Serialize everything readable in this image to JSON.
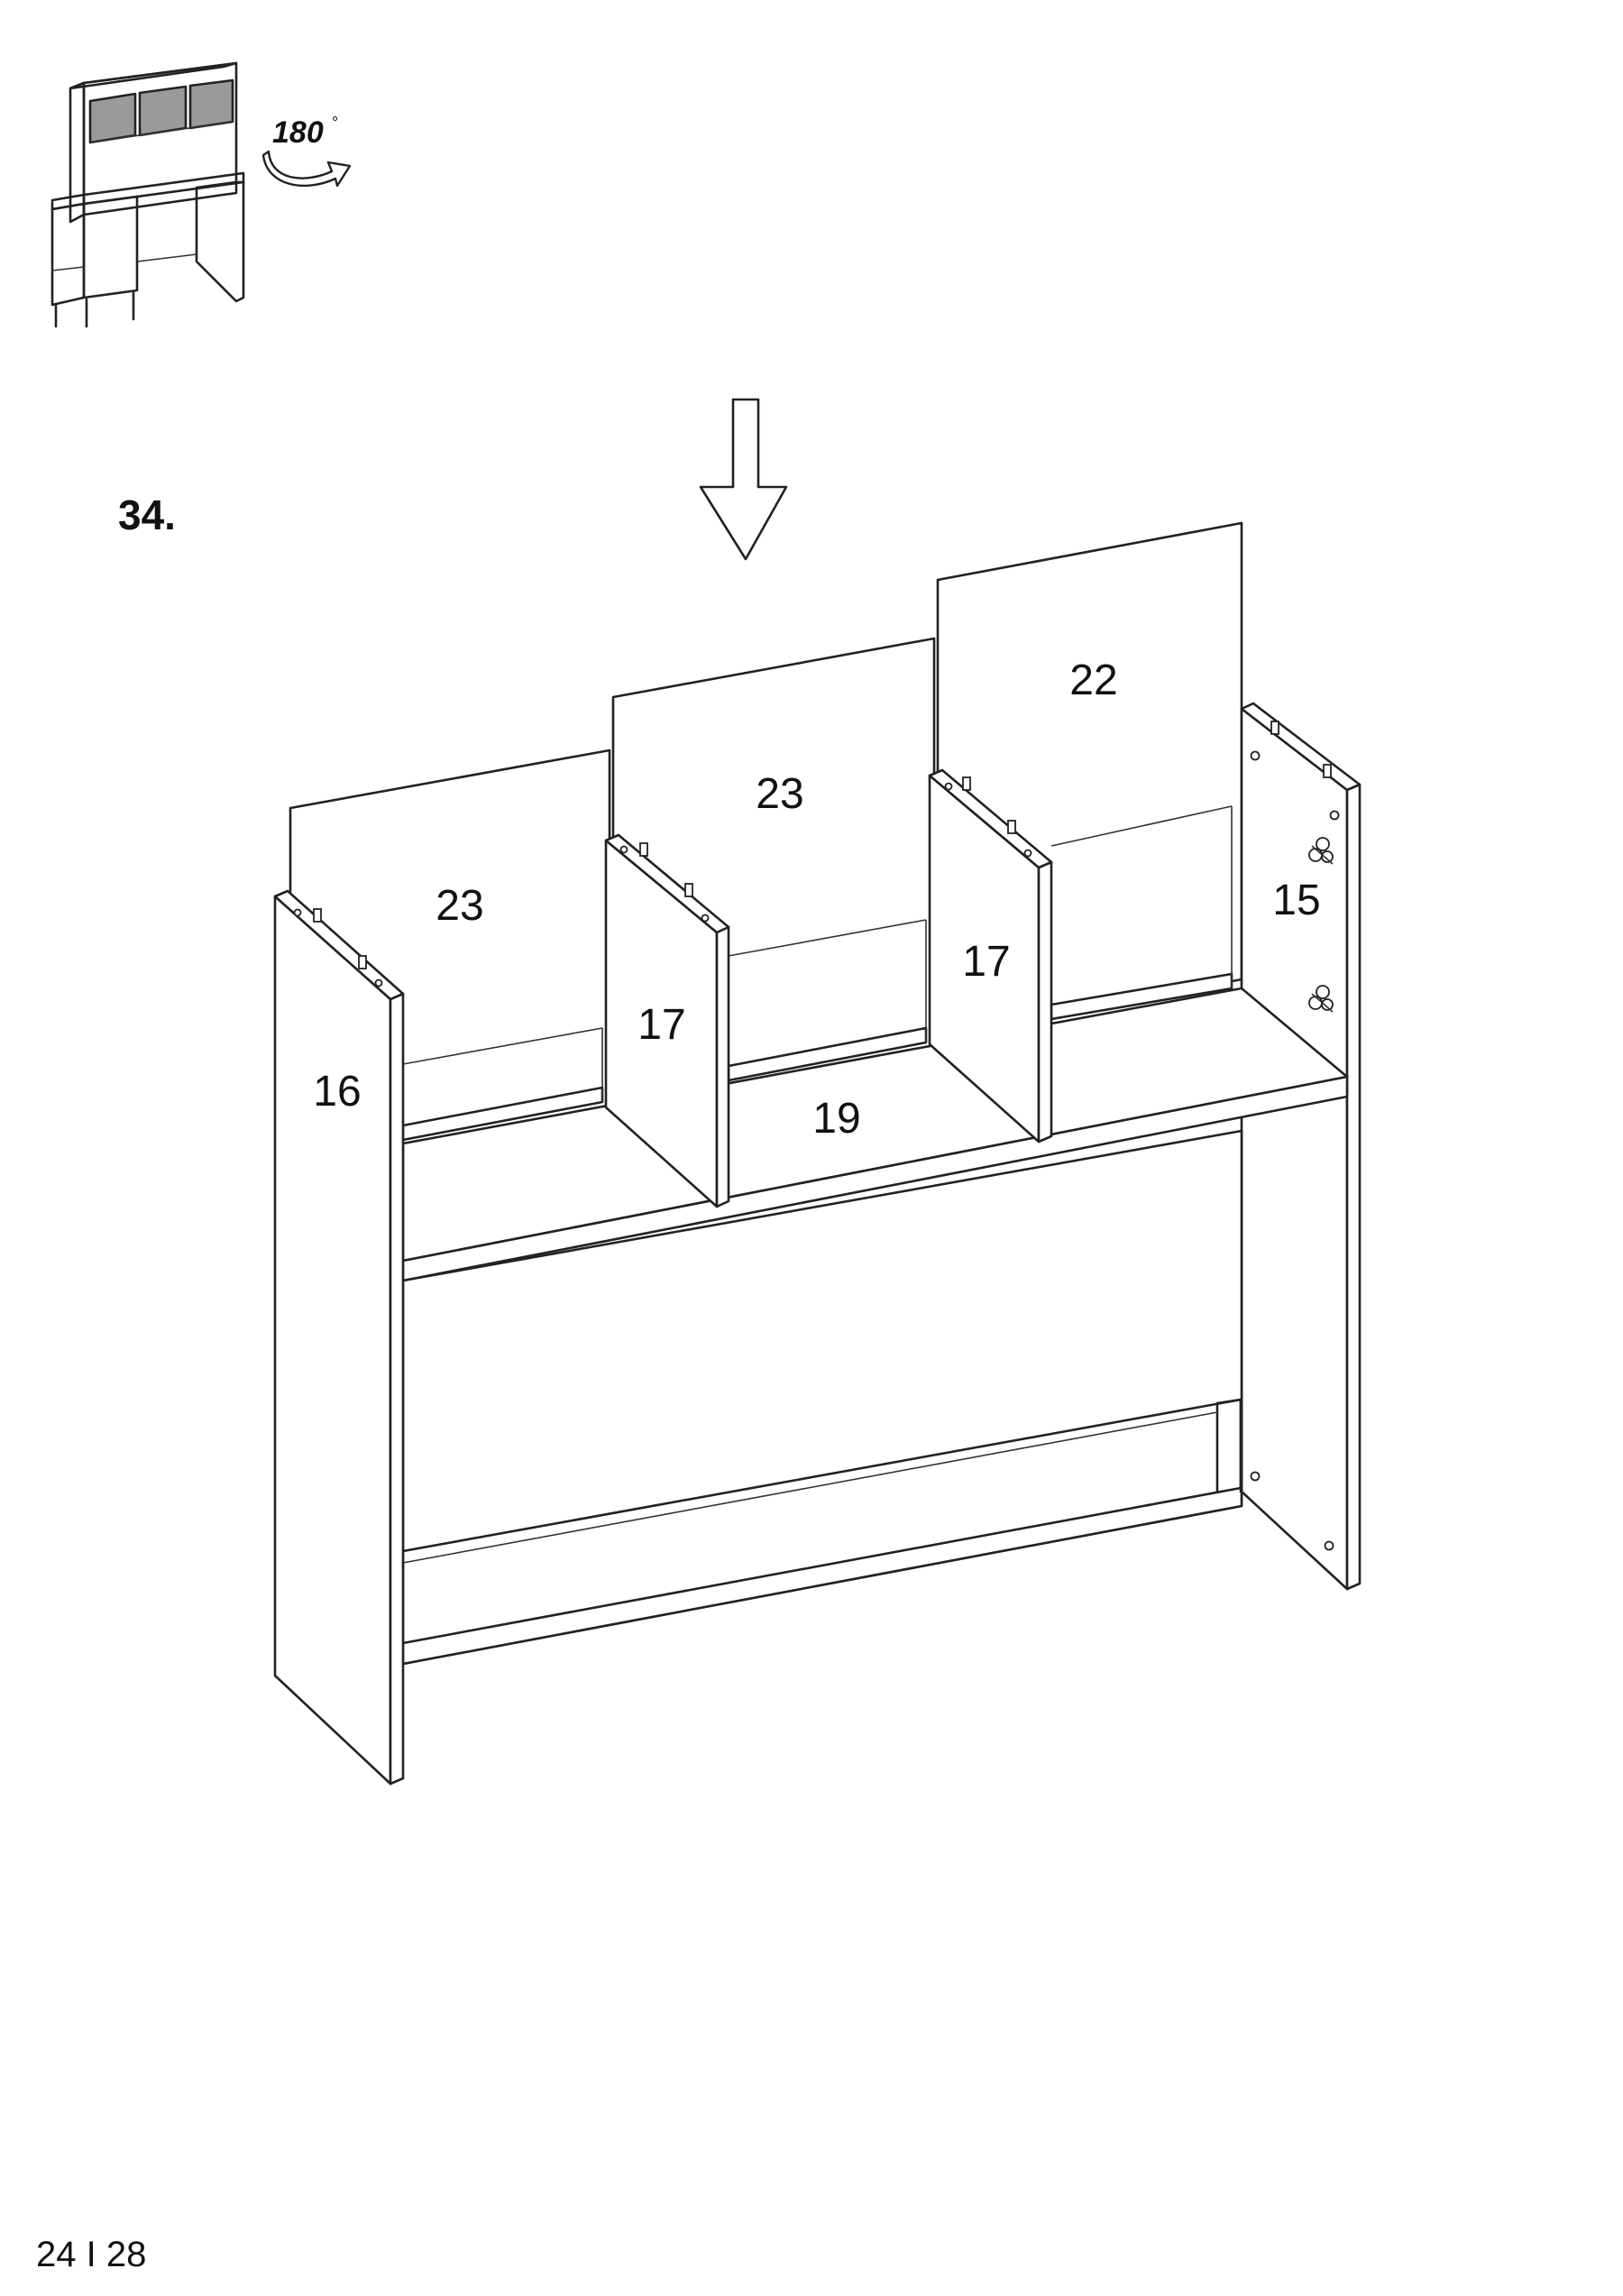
{
  "step": {
    "number": "34."
  },
  "rotation": {
    "label": "180",
    "unit": "°"
  },
  "parts": {
    "left_side": "16",
    "right_side": "15",
    "back_left": "23",
    "back_middle": "23",
    "back_right": "22",
    "divider_left": "17",
    "divider_right": "17",
    "shelf": "19"
  },
  "page": {
    "current": "24",
    "separator": "I",
    "total": "28"
  }
}
